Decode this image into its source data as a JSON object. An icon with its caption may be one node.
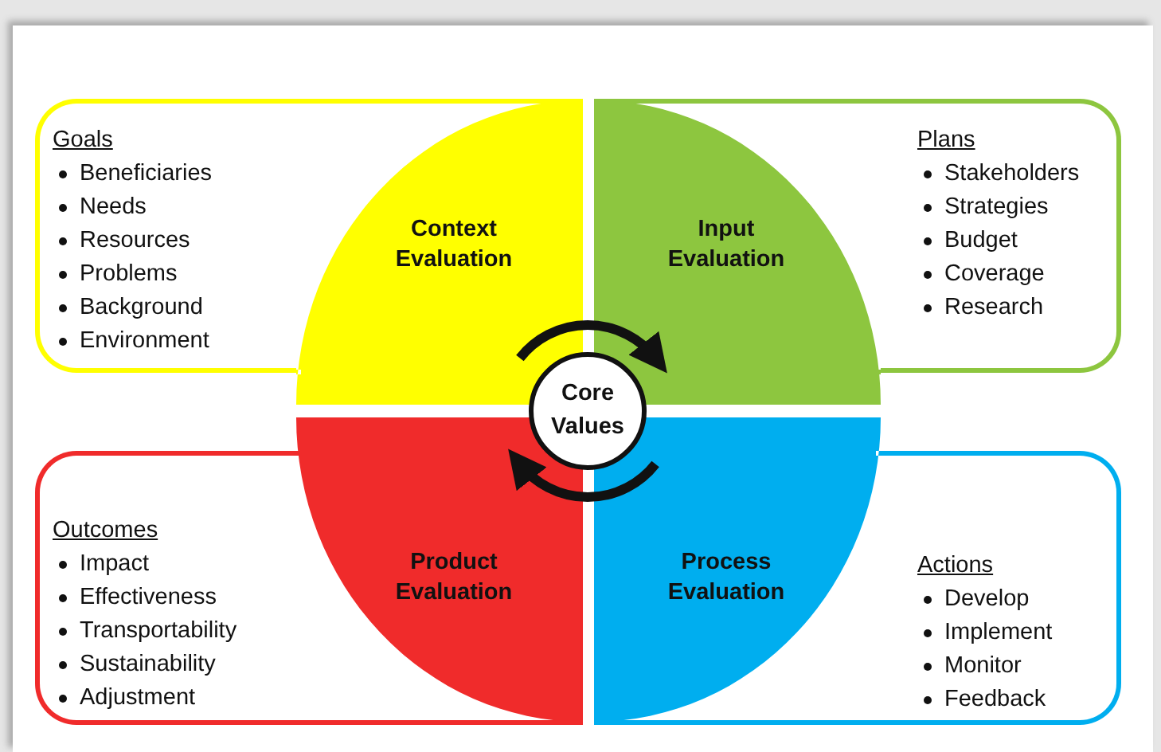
{
  "diagram": {
    "nodes": [
      {
        "text": [
          "Goals",
          "Beneficiaries",
          "Needs",
          "Resources",
          "Problems",
          "Background",
          "Environment"
        ]
      },
      {
        "text": [
          "Context Evaluation"
        ]
      },
      {
        "text": [
          "Input Evaluation"
        ]
      },
      {
        "text": [
          "Plans",
          "Stakeholders",
          "Strategies",
          "Budget",
          "Coverage",
          "Research"
        ]
      },
      {
        "text": [
          "Core Values"
        ]
      },
      {
        "text": [
          "Outcomes",
          "Impact",
          "Effectiveness",
          "Transportability",
          "Sustainability",
          "Adjustment"
        ]
      },
      {
        "text": [
          "Product Evaluation"
        ]
      },
      {
        "text": [
          "Process Evaluation"
        ]
      },
      {
        "text": [
          "Actions",
          "Develop",
          "Implement",
          "Monitor",
          "Feedback"
        ]
      }
    ],
    "edges": [
      {
        "from": 1,
        "to": 2,
        "arrow": "to"
      },
      {
        "from": 7,
        "to": 6,
        "arrow": "to"
      }
    ]
  }
}
